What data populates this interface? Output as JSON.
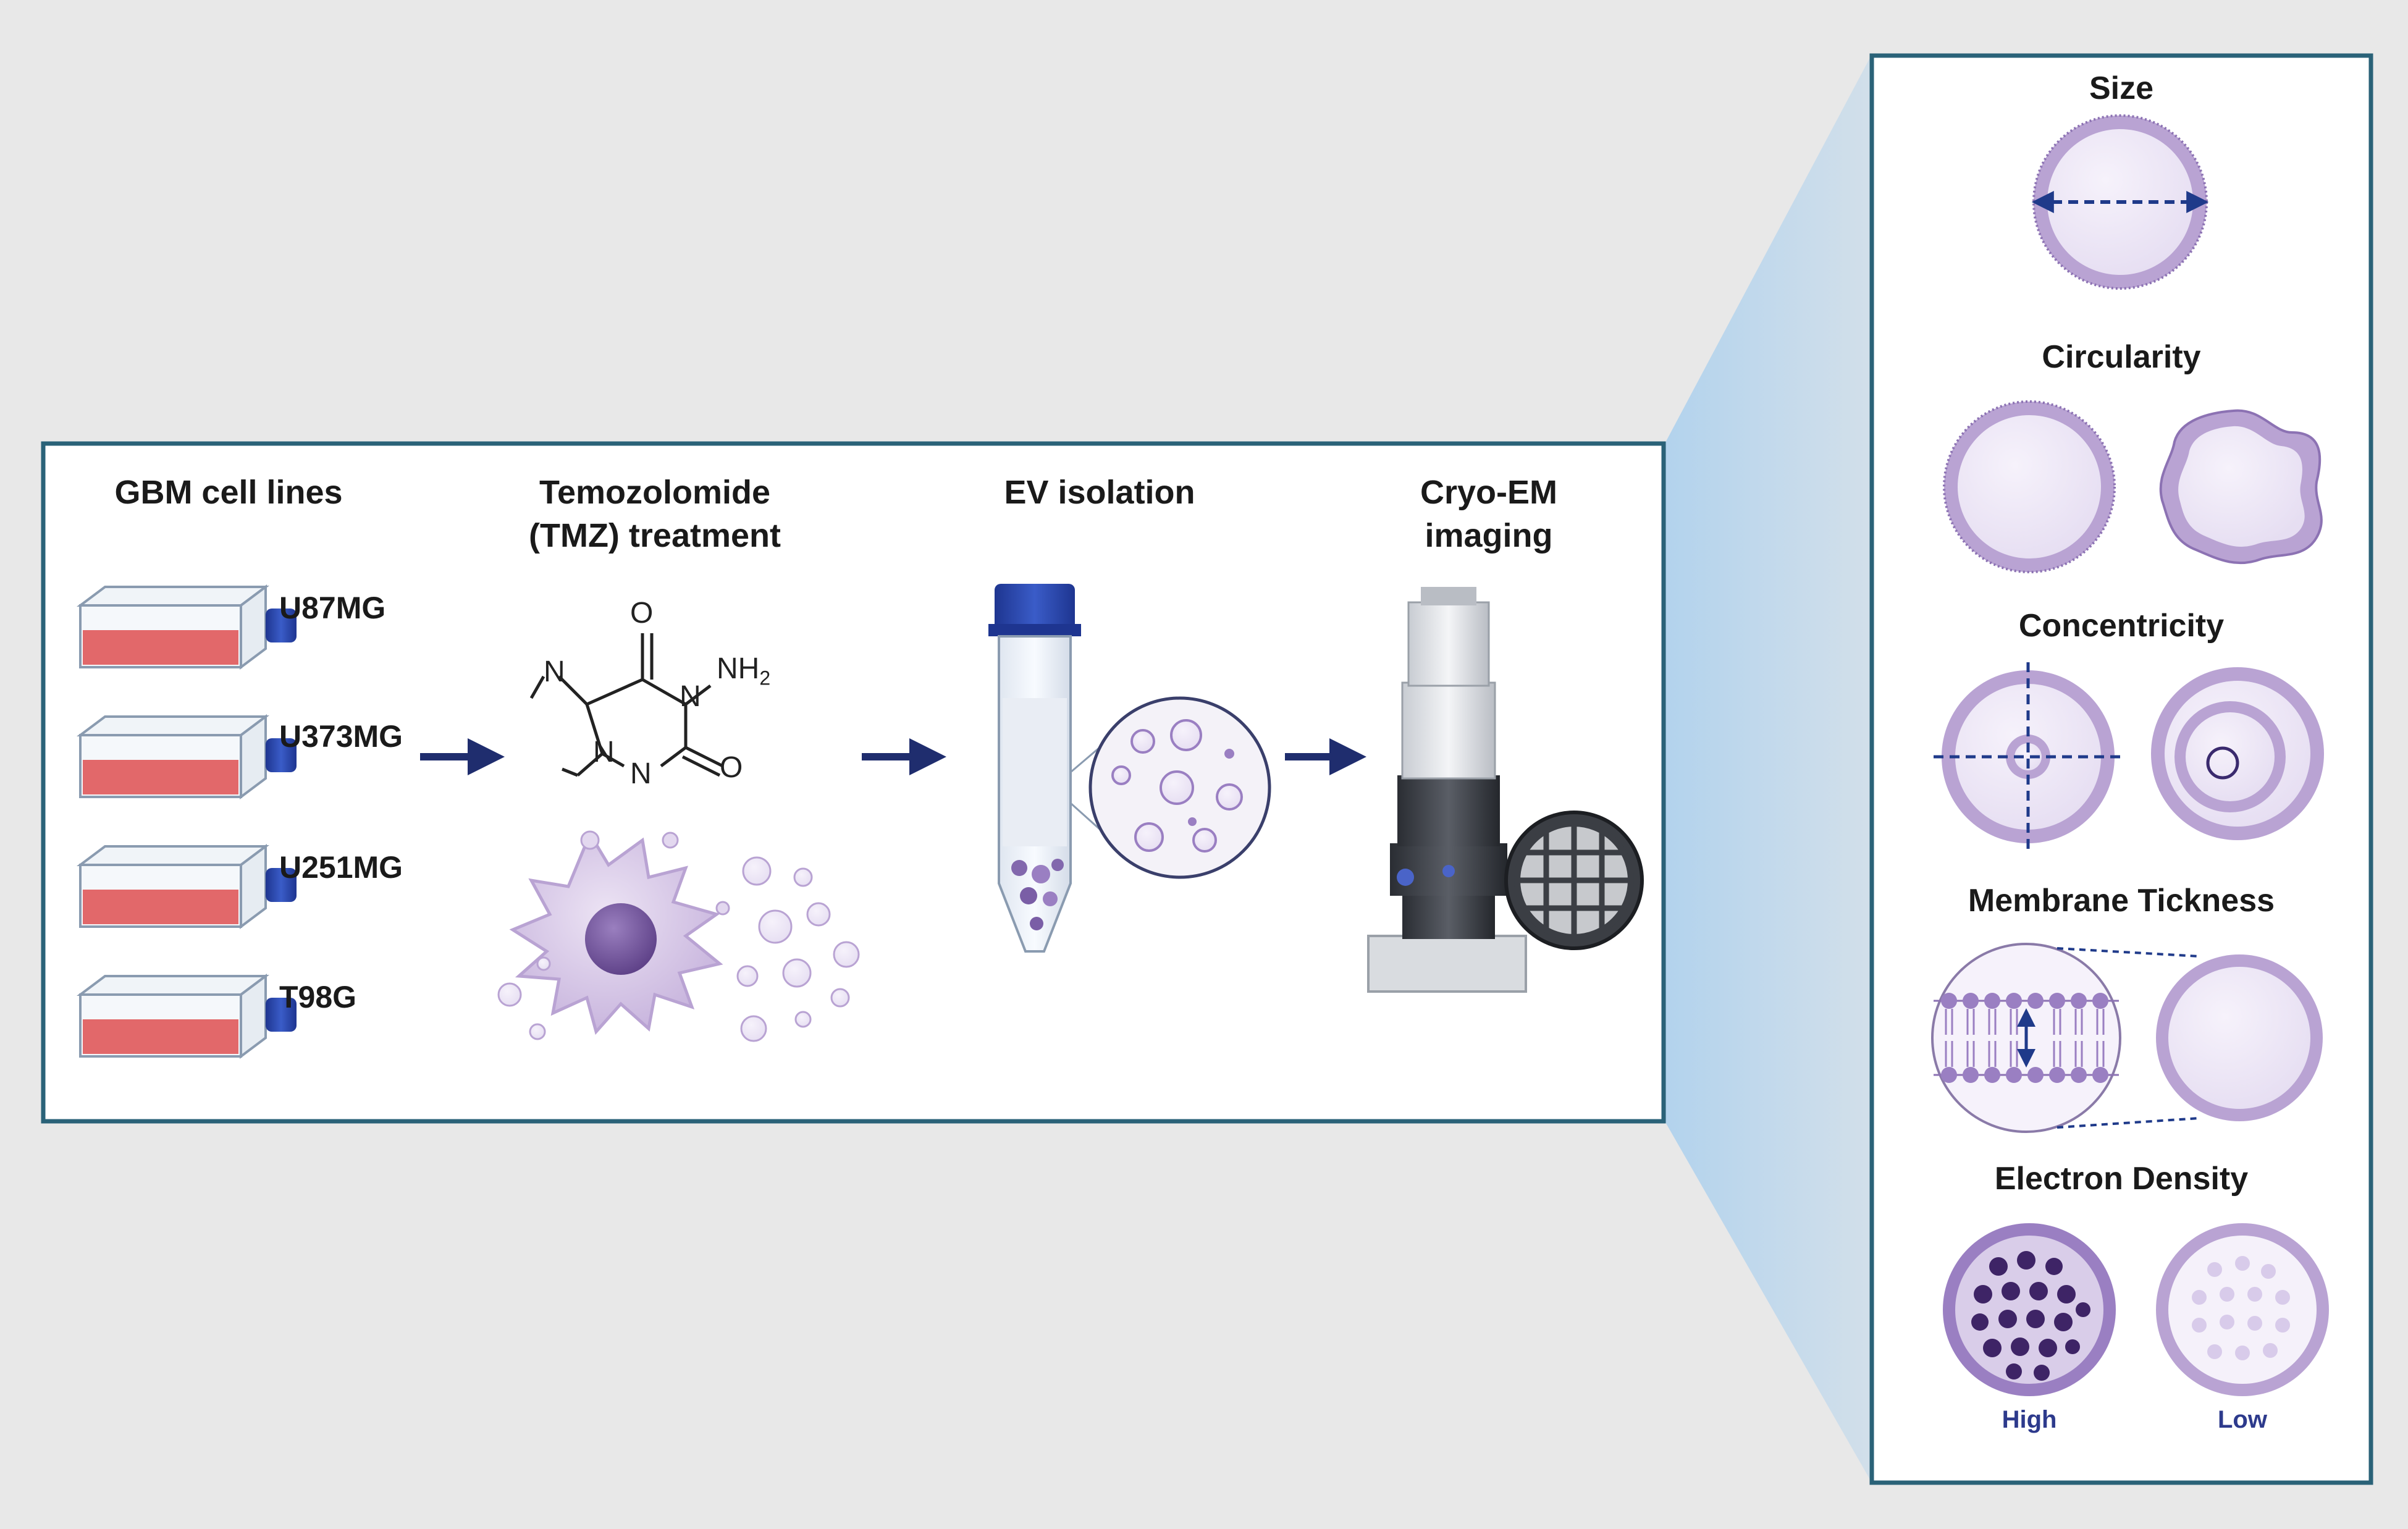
{
  "workflow": {
    "steps": [
      {
        "title": "GBM cell lines"
      },
      {
        "title": "Temozolomide\n(TMZ) treatment"
      },
      {
        "title": "EV isolation"
      },
      {
        "title": "Cryo-EM\nimaging"
      }
    ],
    "cell_lines": [
      "U87MG",
      "U373MG",
      "U251MG",
      "T98G"
    ],
    "molecule": {
      "nh2": "NH",
      "nh2_sub": "2",
      "n": "N",
      "o": "O"
    }
  },
  "features": {
    "items": [
      {
        "title": "Size"
      },
      {
        "title": "Circularity"
      },
      {
        "title": "Concentricity"
      },
      {
        "title": "Membrane Tickness"
      },
      {
        "title": "Electron Density"
      }
    ],
    "density_labels": {
      "high": "High",
      "low": "Low"
    }
  },
  "colors": {
    "background": "#e8e8e8",
    "frame": "#2a6278",
    "arrow": "#1f2d6e",
    "flask_medium": "#e2686a",
    "cap_blue": "#2b46a8",
    "vesicle": "#a58fca",
    "vesicle_dark": "#4a2d6e",
    "zoom_beam": "#a9cfee"
  }
}
